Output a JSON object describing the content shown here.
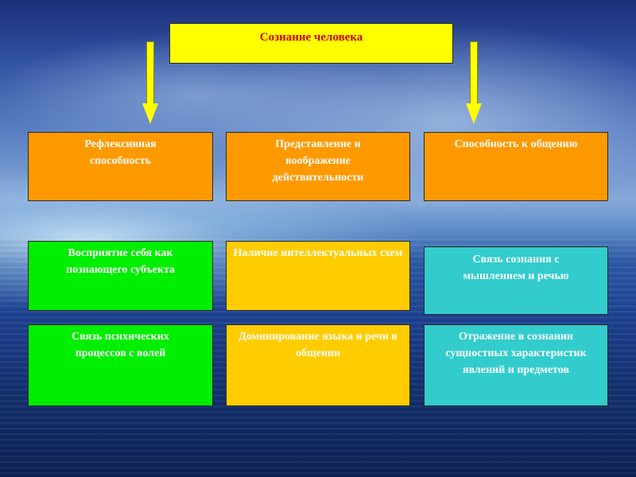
{
  "colors": {
    "title_fill": "#ffff00",
    "title_text": "#cc0000",
    "orange": "#ff9900",
    "gold": "#ffcc00",
    "green": "#00ee00",
    "teal": "#33cccc",
    "arrow": "#ffff00"
  },
  "title": "Сознание человека",
  "row1": [
    {
      "text": "Рефлексивная способность"
    },
    {
      "text": "Представление и воображение действительности"
    },
    {
      "text": "Способность к общению"
    }
  ],
  "row2": [
    {
      "text": "Восприятие себя как познающего субъекта"
    },
    {
      "text": "Наличие интеллектуальных схем"
    },
    {
      "text": "Связь сознания с мышлением и речью"
    }
  ],
  "row3": [
    {
      "text": "Связь психических процессов с волей"
    },
    {
      "text": "Доминирование языка и речи в общении"
    },
    {
      "text": "Отражение в сознании сущностных характеристик явлений и предметов"
    }
  ]
}
